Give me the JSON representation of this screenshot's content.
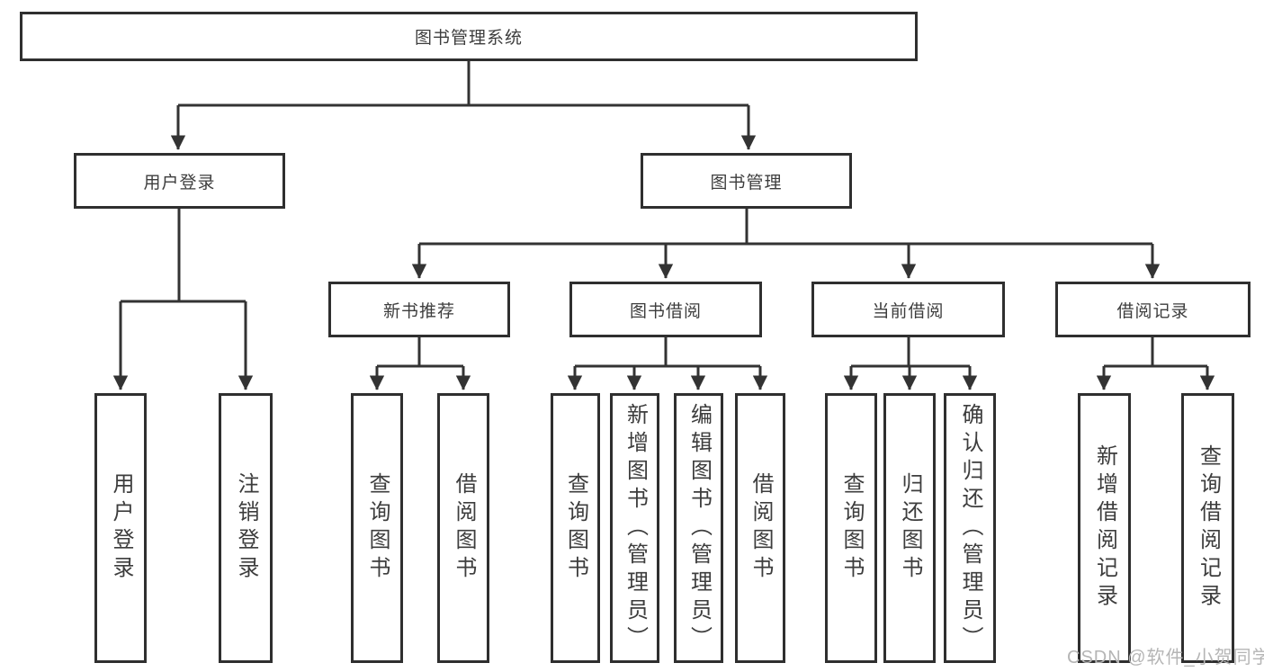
{
  "watermark": "CSDN @软件_小贺同学",
  "colors": {
    "line": "#333333",
    "box_border": "#2f2f2f",
    "text": "#3d3d3d",
    "background": "#ffffff",
    "watermark": "#b5b5b5"
  },
  "tree": {
    "label": "图书管理系统",
    "children": [
      {
        "label": "用户登录",
        "children": [
          {
            "label": "用户登录"
          },
          {
            "label": "注销登录"
          }
        ]
      },
      {
        "label": "图书管理",
        "children": [
          {
            "label": "新书推荐",
            "children": [
              {
                "label": "查询图书"
              },
              {
                "label": "借阅图书"
              }
            ]
          },
          {
            "label": "图书借阅",
            "children": [
              {
                "label": "查询图书"
              },
              {
                "label": "新增图书（管理员）"
              },
              {
                "label": "编辑图书（管理员）"
              },
              {
                "label": "借阅图书"
              }
            ]
          },
          {
            "label": "当前借阅",
            "children": [
              {
                "label": "查询图书"
              },
              {
                "label": "归还图书"
              },
              {
                "label": "确认归还（管理员）"
              }
            ]
          },
          {
            "label": "借阅记录",
            "children": [
              {
                "label": "新增借阅记录"
              },
              {
                "label": "查询借阅记录"
              }
            ]
          }
        ]
      }
    ]
  }
}
